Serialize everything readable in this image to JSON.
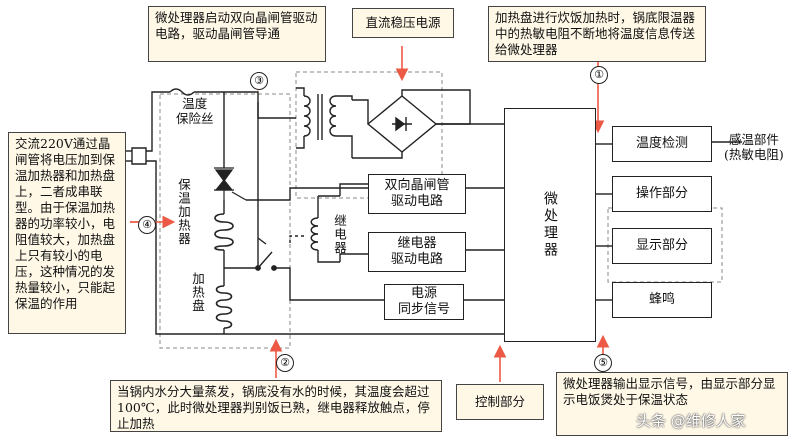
{
  "callouts": {
    "scr_driver": "微处理器启动双向晶闸管驱动电路，驱动晶闸管导通",
    "dc_supply": "直流稳压电源",
    "temp_info": "加热盘进行炊饭加热时，锅底限温器中的热敏电阻不断地将温度信息传送给微处理器",
    "ac_heating": "交流220V通过晶闸管将电压加到保温加热器和加热盘上，二者成串联型。由于保温加热器的功率较小，电阻值较大，加热盘上只有较小的电压，这种情况的发热量较小，只能起保温的作用",
    "boil_dry": "当锅内水分大量蒸发，锅底没有水的时候，其温度会超过100℃，此时微处理器判别饭已熟，继电器释放触点，停止加热",
    "control_part": "控制部分",
    "display_out": "微处理器输出显示信号，由显示部分显示电饭煲处于保温状态"
  },
  "blocks": {
    "scr_drive": [
      "双向晶闸管",
      "驱动电路"
    ],
    "relay_drive": [
      "继电器",
      "驱动电路"
    ],
    "power_sync": [
      "电源",
      "同步信号"
    ],
    "mcu": "微处理器",
    "temp_detect": "温度检测",
    "operation": "操作部分",
    "display": "显示部分",
    "buzzer": "蜂鸣"
  },
  "labels": {
    "fuse": [
      "温度",
      "保险丝"
    ],
    "warm_heater": "保温加热器",
    "heating_plate": "加热盘",
    "relay": "继电器",
    "sensor": [
      "感温部件",
      "(热敏电阻)"
    ]
  },
  "markers": [
    "①",
    "②",
    "③",
    "④",
    "⑤"
  ],
  "watermark": "头条 @维修人家",
  "colors": {
    "arrow": "#ec5a45",
    "callout_bg": "#fff8e7",
    "line": "#222222",
    "dash": "#888888"
  }
}
